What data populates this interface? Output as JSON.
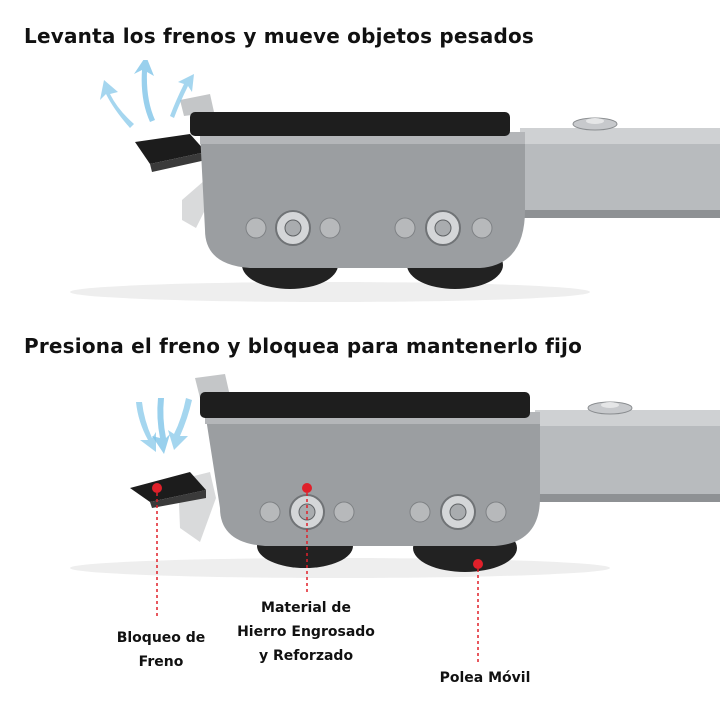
{
  "captions": {
    "top": "Levanta los frenos y mueve objetos pesados",
    "bottom": "Presiona el freno y bloquea para mantenerlo fijo"
  },
  "callouts": {
    "brake": [
      "Bloqueo de",
      "Freno"
    ],
    "material": [
      "Material de",
      "Hierro Engrosado",
      "y Reforzado"
    ],
    "pulley": [
      "Polea Móvil"
    ]
  },
  "colors": {
    "housing": "#9b9ea1",
    "pad": "#1e1e1e",
    "rail": "#b5b8bb",
    "arrow": "#7fc4e8",
    "marker": "#e0202a"
  },
  "icons": {
    "top": "arrow-up-icon",
    "bottom": "arrow-down-icon"
  }
}
